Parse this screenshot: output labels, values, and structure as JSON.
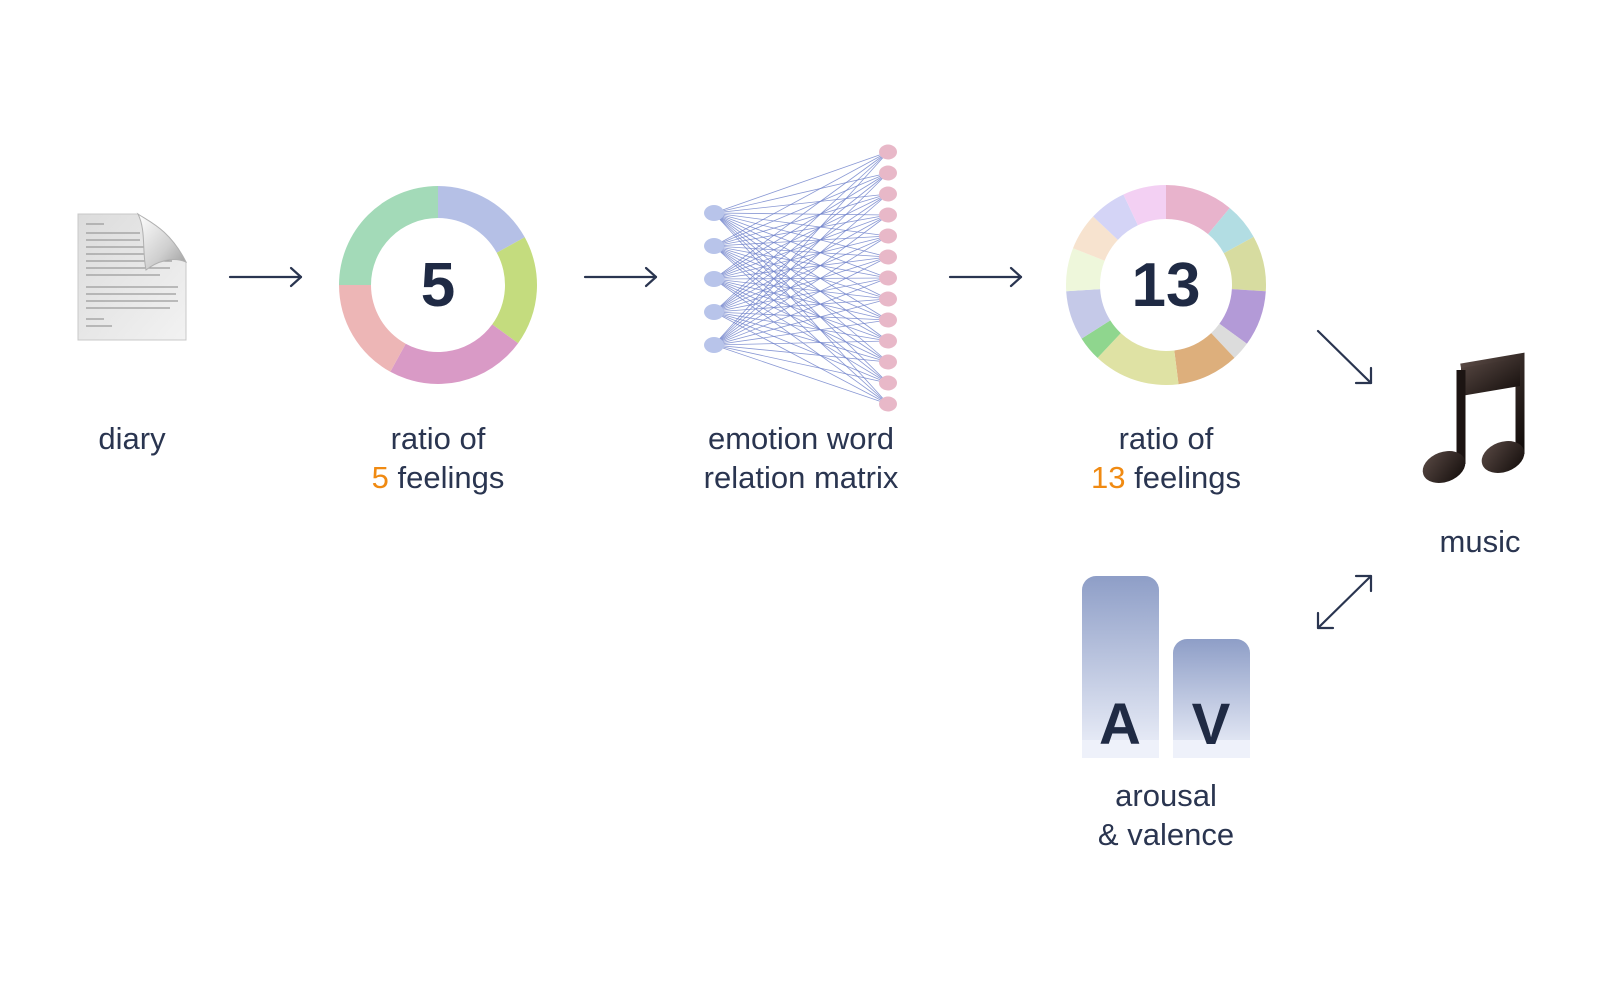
{
  "colors": {
    "text": "#2a3550",
    "accent": "#f08a12",
    "arrow": "#2a3550",
    "input_node": "#b8c4ea",
    "output_node": "#e8b8c8",
    "edge": "#6b7ec9",
    "av_bar_top": "#8e9ec7",
    "av_bar_bottom": "#eef1fa"
  },
  "nodes": {
    "diary": {
      "label": "diary",
      "icon": "document-icon"
    },
    "ratio5": {
      "line1": "ratio of",
      "count": "5",
      "suffix": " feelings",
      "center": "5"
    },
    "matrix": {
      "line1": "emotion word",
      "line2": "relation matrix",
      "inputs": 5,
      "outputs": 13
    },
    "ratio13": {
      "line1": "ratio of",
      "count": "13",
      "suffix": " feelings",
      "center": "13"
    },
    "music": {
      "label": "music",
      "icon": "music-note-icon"
    },
    "av": {
      "bar_a": "A",
      "bar_v": "V",
      "line1": "arousal",
      "line2": "& valence"
    }
  },
  "donut5": [
    {
      "color": "#b5c0e6",
      "value": 0.17
    },
    {
      "color": "#c4dc7e",
      "value": 0.18
    },
    {
      "color": "#d99ac6",
      "value": 0.23
    },
    {
      "color": "#edb6b6",
      "value": 0.17
    },
    {
      "color": "#a3dab8",
      "value": 0.25
    }
  ],
  "donut13": [
    {
      "color": "#e8b3cc",
      "value": 0.11
    },
    {
      "color": "#b2dde3",
      "value": 0.06
    },
    {
      "color": "#d7dca0",
      "value": 0.09
    },
    {
      "color": "#b39ad7",
      "value": 0.09
    },
    {
      "color": "#dcdcdc",
      "value": 0.03
    },
    {
      "color": "#ddaf7c",
      "value": 0.1
    },
    {
      "color": "#dfe2a4",
      "value": 0.14
    },
    {
      "color": "#8fd68e",
      "value": 0.04
    },
    {
      "color": "#c5c9e8",
      "value": 0.08
    },
    {
      "color": "#eef7db",
      "value": 0.07
    },
    {
      "color": "#f7e3cf",
      "value": 0.06
    },
    {
      "color": "#d4d4f6",
      "value": 0.06
    },
    {
      "color": "#f3d0f3",
      "value": 0.07
    }
  ]
}
